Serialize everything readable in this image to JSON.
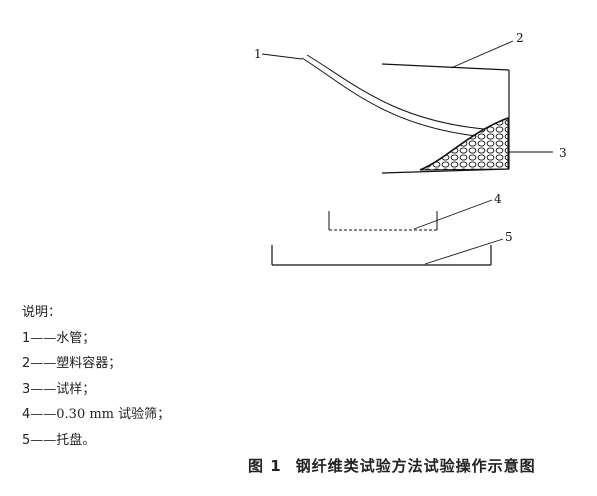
{
  "diagram": {
    "labels": [
      "1",
      "2",
      "3",
      "4",
      "5"
    ]
  },
  "legend": {
    "title": "说明：",
    "items": [
      {
        "num": "1",
        "dash": "——",
        "text": "水管；"
      },
      {
        "num": "2",
        "dash": "——",
        "text": "塑料容器；"
      },
      {
        "num": "3",
        "dash": "——",
        "text": "试样；"
      },
      {
        "num": "4",
        "dash": "——",
        "text": "0.30 mm 试验筛；"
      },
      {
        "num": "5",
        "dash": "——",
        "text": "托盘。"
      }
    ]
  },
  "caption": {
    "figure_no": "图 1",
    "title": "钢纤维类试验方法试验操作示意图"
  }
}
